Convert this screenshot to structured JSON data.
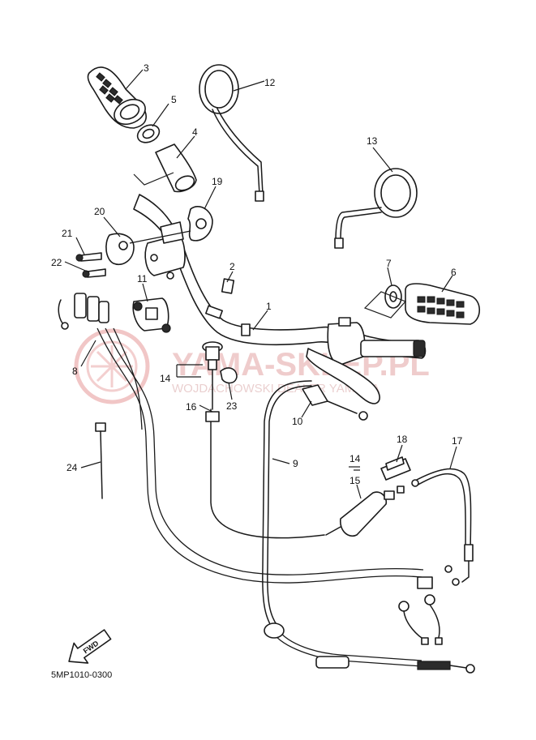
{
  "diagram": {
    "drawing_code": "5MP1010-0300",
    "fwd_arrow_label": "FWD",
    "watermark": {
      "title": "YAMA-SKLEP.PL",
      "subtitle": "WOJDACHOWSKI DEALER YAMAHA",
      "accent_color": "#e06060"
    },
    "part_callouts": [
      "1",
      "2",
      "3",
      "4",
      "5",
      "6",
      "7",
      "8",
      "9",
      "10",
      "11",
      "12",
      "13",
      "14",
      "15",
      "16",
      "17",
      "18",
      "19",
      "20",
      "21",
      "22",
      "23",
      "24"
    ],
    "group_labels": {
      "choke_group": "14",
      "throttle_group": "14"
    }
  },
  "colors": {
    "line": "#1a1a1a",
    "watermark": "#e06060"
  }
}
